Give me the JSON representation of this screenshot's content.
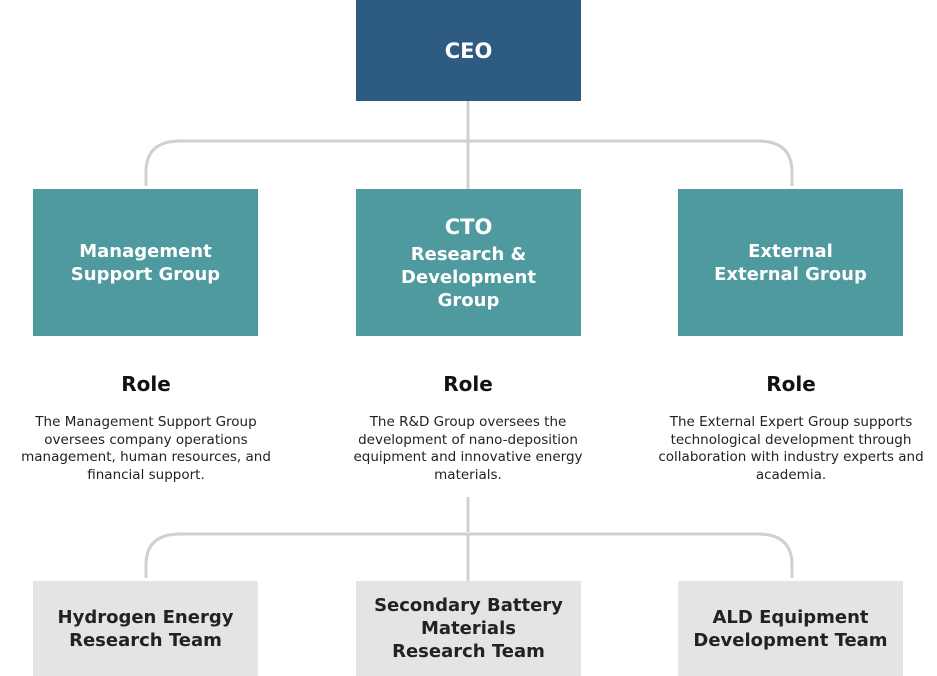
{
  "ceo": {
    "label": "CEO"
  },
  "groups": [
    {
      "pre": "",
      "label": "Management\nSupport Group"
    },
    {
      "pre": "CTO",
      "label": "Research &\nDevelopment\nGroup"
    },
    {
      "pre": "",
      "label": "External\nExternal Group"
    }
  ],
  "roles": [
    {
      "title": "Role",
      "text": "The Management Support Group oversees company operations management, human resources, and financial support."
    },
    {
      "title": "Role",
      "text": "The R&D Group oversees the development of nano-deposition equipment and innovative energy materials."
    },
    {
      "title": "Role",
      "text": "The External Expert Group supports technological development through collaboration with industry experts and academia."
    }
  ],
  "teams": [
    {
      "label": "Hydrogen Energy\nResearch Team"
    },
    {
      "label": "Secondary Battery\nMaterials\nResearch Team"
    },
    {
      "label": "ALD Equipment\nDevelopment Team"
    }
  ],
  "colors": {
    "ceo": "#2e5b82",
    "group": "#4f9a9f",
    "team": "#e4e4e4",
    "connector": "#d0d0d0"
  }
}
